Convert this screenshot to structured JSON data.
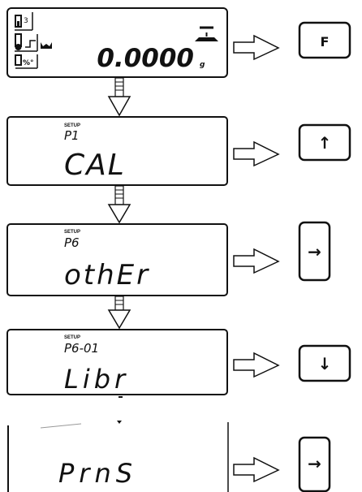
{
  "screens": [
    {
      "main": "0.0000",
      "unit": "g"
    },
    {
      "setup": "SETUP",
      "sub": "P1",
      "main": "CAL"
    },
    {
      "setup": "SETUP",
      "sub": "P6",
      "main": "othEr"
    },
    {
      "setup": "SETUP",
      "sub": "P6-01",
      "main": "Libr"
    },
    {
      "main": "PrnS"
    }
  ],
  "keys": [
    {
      "label": "F",
      "icon": "f-key-icon"
    },
    {
      "label": "↑",
      "icon": "arrow-up-icon"
    },
    {
      "label": "→",
      "icon": "arrow-right-icon"
    },
    {
      "label": "↓",
      "icon": "arrow-down-icon"
    },
    {
      "label": "→",
      "icon": "arrow-right-icon"
    }
  ],
  "status_icons": [
    "thermometer-calibration-icon",
    "thermometer-icon",
    "percent-icon"
  ]
}
